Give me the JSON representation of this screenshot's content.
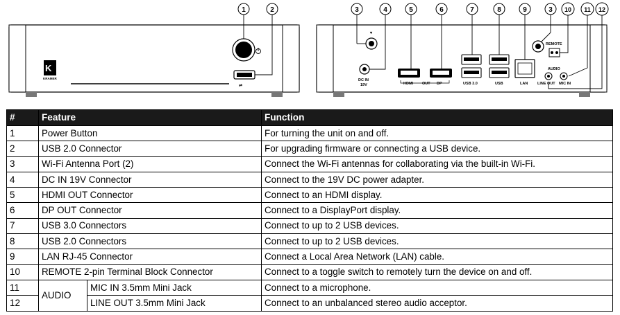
{
  "front_panel": {
    "callouts": [
      "1",
      "2"
    ],
    "brand_text": "KRAMER"
  },
  "rear_panel": {
    "callouts": [
      "3",
      "4",
      "5",
      "6",
      "7",
      "8",
      "9",
      "3",
      "10",
      "11",
      "12"
    ],
    "labels": {
      "dc_in": "DC IN",
      "dc_voltage": "19V",
      "hdmi": "HDMI",
      "out": "OUT",
      "dp": "DP",
      "usb3": "USB 3.0",
      "usb": "USB",
      "lan": "LAN",
      "remote": "REMOTE",
      "audio": "AUDIO",
      "line_out": "LINE OUT",
      "mic_in": "MIC IN"
    }
  },
  "table": {
    "headers": {
      "num": "#",
      "feature": "Feature",
      "function": "Function"
    },
    "rows": [
      {
        "num": "1",
        "feature": "Power Button",
        "function": "For turning the unit on and off."
      },
      {
        "num": "2",
        "feature": "USB 2.0 Connector",
        "function": "For upgrading firmware or connecting a USB device."
      },
      {
        "num": "3",
        "feature": "Wi-Fi Antenna Port (2)",
        "function": "Connect the Wi-Fi antennas for collaborating via the built-in Wi-Fi."
      },
      {
        "num": "4",
        "feature": "DC IN 19V Connector",
        "function": "Connect to the 19V DC power adapter."
      },
      {
        "num": "5",
        "feature": "HDMI OUT Connector",
        "function": "Connect to an HDMI display."
      },
      {
        "num": "6",
        "feature": "DP OUT Connector",
        "function": "Connect to a DisplayPort display."
      },
      {
        "num": "7",
        "feature": "USB 3.0 Connectors",
        "function": "Connect to up to 2 USB devices."
      },
      {
        "num": "8",
        "feature": "USB 2.0 Connectors",
        "function": "Connect to up to 2 USB devices."
      },
      {
        "num": "9",
        "feature": "LAN RJ-45 Connector",
        "function": "Connect a Local Area Network (LAN) cable."
      },
      {
        "num": "10",
        "feature": "REMOTE 2-pin Terminal Block Connector",
        "function": "Connect to a toggle switch to remotely turn the device on and off."
      }
    ],
    "audio_group": "AUDIO",
    "audio_rows": [
      {
        "num": "11",
        "feature": "MIC IN 3.5mm Mini Jack",
        "function": "Connect to a microphone."
      },
      {
        "num": "12",
        "feature": "LINE OUT 3.5mm Mini Jack",
        "function": "Connect to an unbalanced stereo audio acceptor."
      }
    ]
  }
}
